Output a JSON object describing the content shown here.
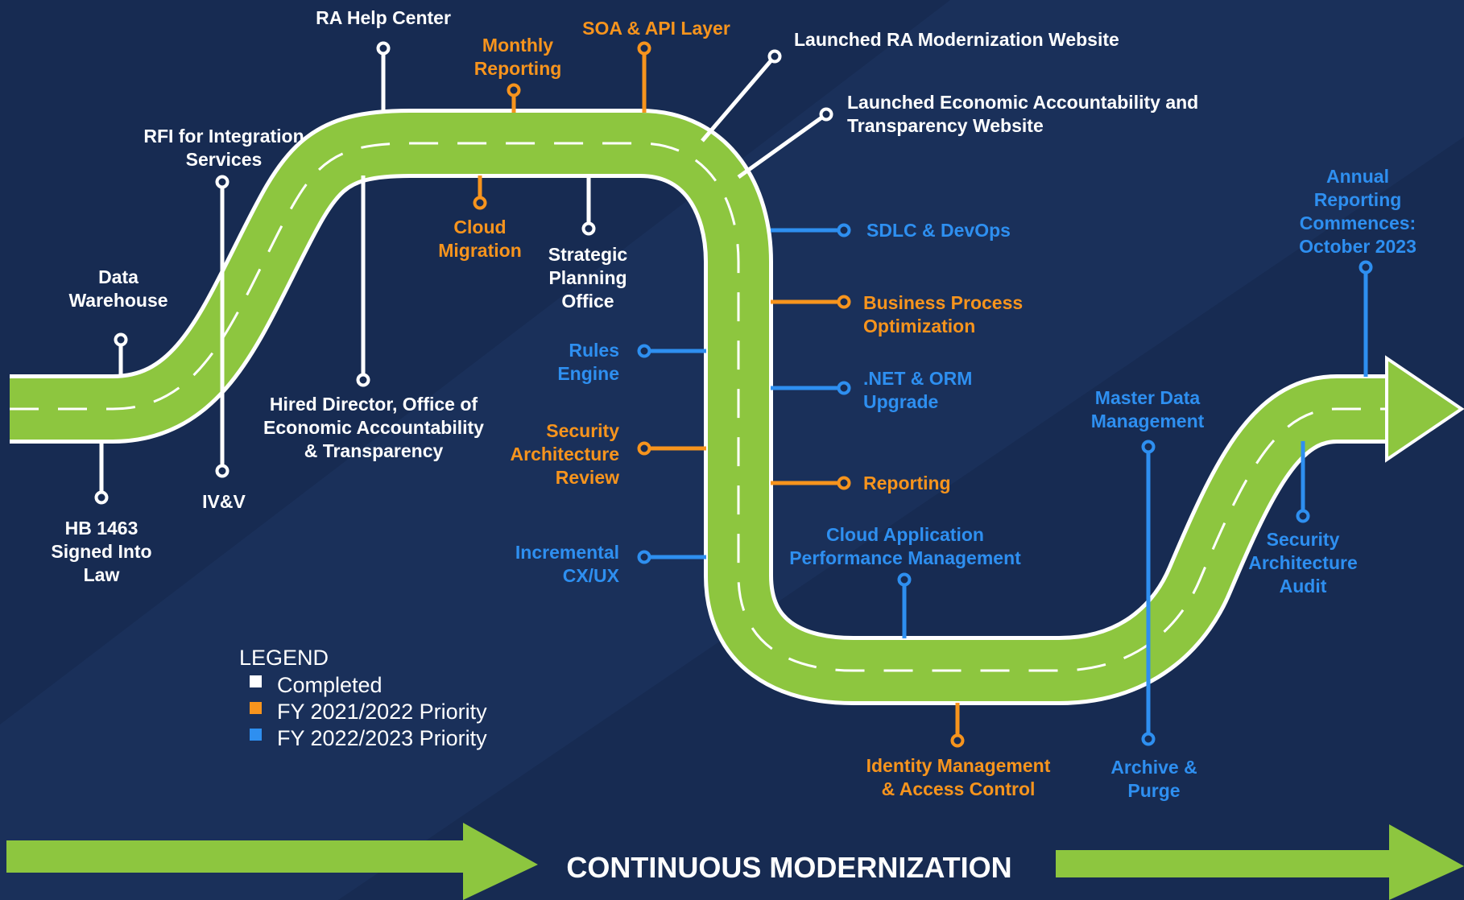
{
  "colors": {
    "background": "#172b52",
    "background_band": "#1f3864",
    "road_green": "#8dc63f",
    "completed": "#ffffff",
    "fy2122": "#f7941d",
    "fy2223": "#2e8ff0"
  },
  "legend": {
    "title": "LEGEND",
    "items": [
      {
        "label": "Completed",
        "status": "completed"
      },
      {
        "label": "FY 2021/2022 Priority",
        "status": "fy2122"
      },
      {
        "label": "FY 2022/2023 Priority",
        "status": "fy2223"
      }
    ]
  },
  "banner": "CONTINUOUS MODERNIZATION",
  "milestones": [
    {
      "id": "hb-1463",
      "lines": [
        "HB 1463",
        "Signed Into",
        "Law"
      ],
      "status": "completed"
    },
    {
      "id": "data-warehouse",
      "lines": [
        "Data",
        "Warehouse"
      ],
      "status": "completed"
    },
    {
      "id": "ivv",
      "lines": [
        "IV&V"
      ],
      "status": "completed"
    },
    {
      "id": "rfi-integration",
      "lines": [
        "RFI for Integration",
        "Services"
      ],
      "status": "completed"
    },
    {
      "id": "hired-director",
      "lines": [
        "Hired Director, Office of",
        "Economic Accountability",
        "& Transparency"
      ],
      "status": "completed"
    },
    {
      "id": "ra-help-center",
      "lines": [
        "RA Help Center"
      ],
      "status": "completed"
    },
    {
      "id": "cloud-migration",
      "lines": [
        "Cloud",
        "Migration"
      ],
      "status": "fy2122"
    },
    {
      "id": "monthly-reporting",
      "lines": [
        "Monthly",
        "Reporting"
      ],
      "status": "fy2122"
    },
    {
      "id": "strategic-planning",
      "lines": [
        "Strategic",
        "Planning",
        "Office"
      ],
      "status": "completed"
    },
    {
      "id": "soa-api",
      "lines": [
        "SOA & API Layer"
      ],
      "status": "fy2122"
    },
    {
      "id": "ra-website",
      "lines": [
        "Launched RA Modernization Website"
      ],
      "status": "completed"
    },
    {
      "id": "eat-website",
      "lines": [
        "Launched Economic Accountability and",
        "Transparency Website"
      ],
      "status": "completed"
    },
    {
      "id": "sdlc-devops",
      "lines": [
        "SDLC & DevOps"
      ],
      "status": "fy2223"
    },
    {
      "id": "bpo",
      "lines": [
        "Business Process",
        "Optimization"
      ],
      "status": "fy2122"
    },
    {
      "id": "rules-engine",
      "lines": [
        "Rules",
        "Engine"
      ],
      "status": "fy2223"
    },
    {
      "id": "net-orm",
      "lines": [
        ".NET & ORM",
        "Upgrade"
      ],
      "status": "fy2223"
    },
    {
      "id": "security-review",
      "lines": [
        "Security",
        "Architecture",
        "Review"
      ],
      "status": "fy2122"
    },
    {
      "id": "reporting",
      "lines": [
        "Reporting"
      ],
      "status": "fy2122"
    },
    {
      "id": "incremental-cxux",
      "lines": [
        "Incremental",
        "CX/UX"
      ],
      "status": "fy2223"
    },
    {
      "id": "cloud-apm",
      "lines": [
        "Cloud Application",
        "Performance Management"
      ],
      "status": "fy2223"
    },
    {
      "id": "identity-mgmt",
      "lines": [
        "Identity Management",
        "& Access Control"
      ],
      "status": "fy2122"
    },
    {
      "id": "master-data",
      "lines": [
        "Master Data",
        "Management"
      ],
      "status": "fy2223"
    },
    {
      "id": "archive-purge",
      "lines": [
        "Archive &",
        "Purge"
      ],
      "status": "fy2223"
    },
    {
      "id": "security-audit",
      "lines": [
        "Security",
        "Architecture",
        "Audit"
      ],
      "status": "fy2223"
    },
    {
      "id": "annual-reporting",
      "lines": [
        "Annual",
        "Reporting",
        "Commences:",
        "October 2023"
      ],
      "status": "fy2223"
    }
  ]
}
